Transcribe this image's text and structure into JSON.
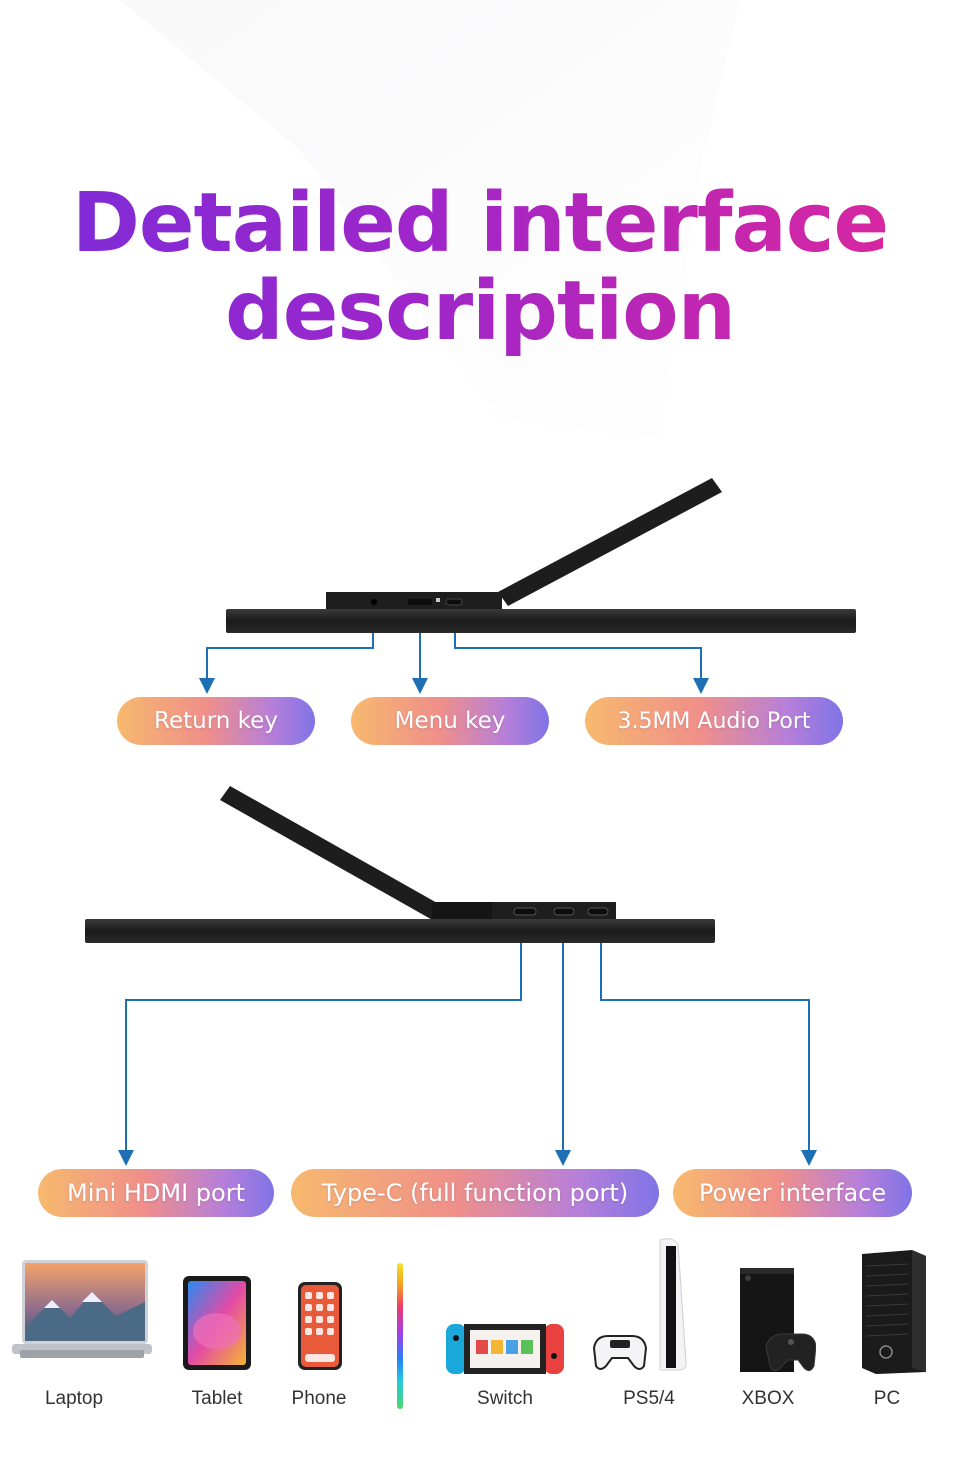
{
  "title": {
    "line1": "Detailed interface",
    "line2": "description"
  },
  "top_ports": {
    "return_key": "Return key",
    "menu_key": "Menu key",
    "audio_port": "3.5MM Audio Port"
  },
  "bottom_ports": {
    "mini_hdmi": "Mini HDMI port",
    "type_c": "Type-C (full function port)",
    "power": "Power interface"
  },
  "devices": {
    "laptop": "Laptop",
    "tablet": "Tablet",
    "phone": "Phone",
    "switch": "Switch",
    "ps": "PS5/4",
    "xbox": "XBOX",
    "pc": "PC"
  },
  "colors": {
    "title_gradient": [
      "#7a2bd9",
      "#e0279a"
    ],
    "pill_gradient": [
      "#f7b96e",
      "#ef8f8a",
      "#b77fd9",
      "#7f74e6"
    ],
    "leader_line": "#1f6fb5",
    "monitor_body": "#1b1b1b"
  }
}
